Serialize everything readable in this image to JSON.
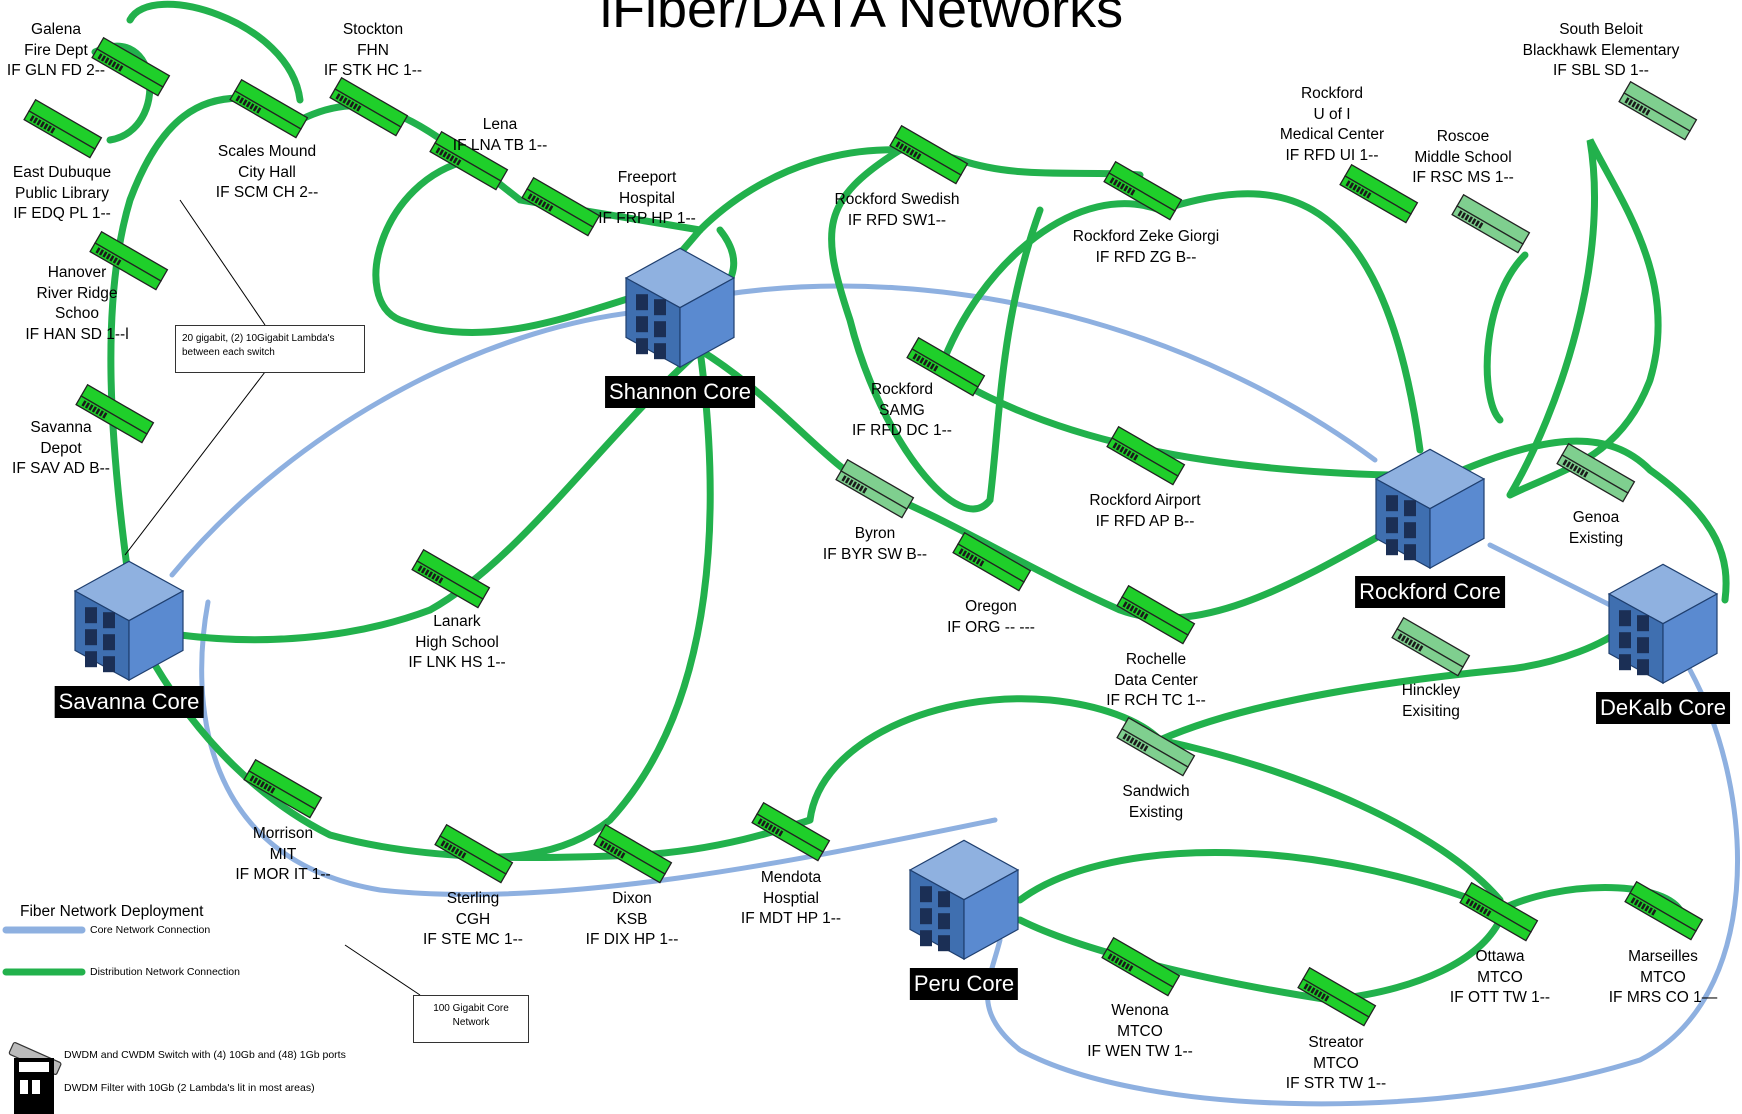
{
  "title": "iFiber/DATA Networks",
  "notes": {
    "lambda": "20 gigabit, (2) 10Gigabit Lambda's between each switch",
    "core": "100 Gigabit Core Network"
  },
  "legend": {
    "heading": "Fiber Network Deployment",
    "core_label": "Core Network Connection",
    "dist_label": "Distribution Network Connection",
    "switch_label": "DWDM and CWDM Switch with (4) 10Gb and (48) 1Gb ports",
    "filter_label": "DWDM Filter with 10Gb (2 Lambda's lit in most areas)"
  },
  "colors": {
    "core_link": "#8eb0e0",
    "distribution_link": "#22b14c",
    "switch": "#1fcf2a",
    "existing_switch": "#7fcf8f",
    "core_node": "#4f81bd"
  },
  "cores": [
    {
      "id": "shannon",
      "label": "Shannon Core"
    },
    {
      "id": "savanna",
      "label": "Savanna Core"
    },
    {
      "id": "rockford",
      "label": "Rockford Core"
    },
    {
      "id": "dekalb",
      "label": "DeKalb Core"
    },
    {
      "id": "peru",
      "label": "Peru Core"
    }
  ],
  "sites": [
    {
      "id": "galena",
      "label": "Galena\nFire Dept\nIF GLN FD 2--",
      "existing": false
    },
    {
      "id": "eastdub",
      "label": "East Dubuque\nPublic Library\nIF EDQ PL 1--",
      "existing": false
    },
    {
      "id": "scales",
      "label": "Scales Mound\nCity Hall\nIF SCM CH 2--",
      "existing": false
    },
    {
      "id": "stockton",
      "label": "Stockton\nFHN\nIF STK HC 1--",
      "existing": false
    },
    {
      "id": "lena",
      "label": "Lena\nIF LNA TB 1--",
      "existing": false
    },
    {
      "id": "freeport",
      "label": "Freeport\nHospital\nIF FRP HP 1--",
      "existing": false
    },
    {
      "id": "hanover",
      "label": "Hanover\nRiver Ridge\nSchoo\nIF HAN SD 1--l",
      "existing": false
    },
    {
      "id": "savdepot",
      "label": "Savanna\nDepot\nIF SAV AD B--",
      "existing": false
    },
    {
      "id": "rfdswedish",
      "label": "Rockford Swedish\nIF RFD SW1--",
      "existing": false
    },
    {
      "id": "rfdui",
      "label": "Rockford\nU of I\nMedical Center\nIF RFD UI 1--",
      "existing": false
    },
    {
      "id": "roscoe",
      "label": "Roscoe\nMiddle School\nIF RSC MS 1--",
      "existing": true
    },
    {
      "id": "sbeloit",
      "label": "South Beloit\nBlackhawk Elementary\nIF SBL SD 1--",
      "existing": true
    },
    {
      "id": "zeke",
      "label": "Rockford Zeke Giorgi\nIF RFD ZG B--",
      "existing": false
    },
    {
      "id": "samg",
      "label": "Rockford\nSAMG\nIF RFD DC 1--",
      "existing": false
    },
    {
      "id": "airport",
      "label": "Rockford Airport\nIF RFD AP B--",
      "existing": false
    },
    {
      "id": "byron",
      "label": "Byron\nIF BYR SW B--",
      "existing": true
    },
    {
      "id": "oregon",
      "label": "Oregon\nIF ORG -- ---",
      "existing": false
    },
    {
      "id": "rochelle",
      "label": "Rochelle\nData Center\nIF RCH TC 1--",
      "existing": false
    },
    {
      "id": "genoa",
      "label": "Genoa\nExisting",
      "existing": true
    },
    {
      "id": "hinckley",
      "label": "Hinckley\nExisiting",
      "existing": true
    },
    {
      "id": "sandwich",
      "label": "Sandwich\nExisting",
      "existing": true
    },
    {
      "id": "lanark",
      "label": "Lanark\nHigh School\nIF LNK HS 1--",
      "existing": false
    },
    {
      "id": "morrison",
      "label": "Morrison\nMIT\nIF MOR IT 1--",
      "existing": false
    },
    {
      "id": "sterling",
      "label": "Sterling\nCGH\nIF STE MC 1--",
      "existing": false
    },
    {
      "id": "dixon",
      "label": "Dixon\nKSB\nIF DIX HP 1--",
      "existing": false
    },
    {
      "id": "mendota",
      "label": "Mendota\nHosptial\nIF MDT HP 1--",
      "existing": false
    },
    {
      "id": "ottawa",
      "label": "Ottawa\nMTCO\nIF OTT TW 1--",
      "existing": false
    },
    {
      "id": "marseilles",
      "label": "Marseilles\nMTCO\nIF MRS CO 1—",
      "existing": false
    },
    {
      "id": "wenona",
      "label": "Wenona\nMTCO\nIF WEN TW 1--",
      "existing": false
    },
    {
      "id": "streator",
      "label": "Streator\nMTCO\nIF STR TW 1--",
      "existing": false
    }
  ]
}
